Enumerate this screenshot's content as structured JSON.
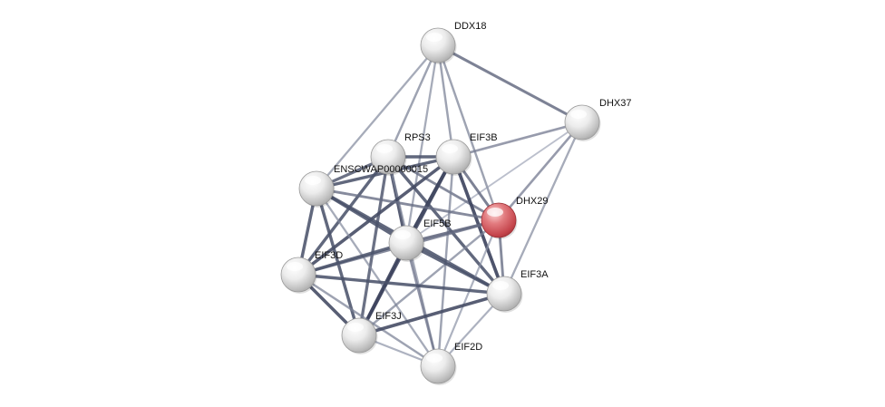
{
  "network": {
    "nodes": [
      {
        "id": "DDX18",
        "label": "DDX18",
        "query": false
      },
      {
        "id": "DHX37",
        "label": "DHX37",
        "query": false
      },
      {
        "id": "RPS3",
        "label": "RPS3",
        "query": false
      },
      {
        "id": "EIF3B",
        "label": "EIF3B",
        "query": false
      },
      {
        "id": "ENSCW",
        "label": "ENSCWAP00000015",
        "query": false
      },
      {
        "id": "DHX29",
        "label": "DHX29",
        "query": true
      },
      {
        "id": "EIF5B",
        "label": "EIF5B",
        "query": false
      },
      {
        "id": "EIF3D",
        "label": "EIF3D",
        "query": false
      },
      {
        "id": "EIF3A",
        "label": "EIF3A",
        "query": false
      },
      {
        "id": "EIF3J",
        "label": "EIF3J",
        "query": false
      },
      {
        "id": "EIF2D",
        "label": "EIF2D",
        "query": false
      }
    ],
    "edges": [
      {
        "from": "DDX18",
        "to": "DHX37",
        "strength": 0.65
      },
      {
        "from": "DDX18",
        "to": "RPS3",
        "strength": 0.45
      },
      {
        "from": "DDX18",
        "to": "EIF3B",
        "strength": 0.45
      },
      {
        "from": "DDX18",
        "to": "ENSCW",
        "strength": 0.4
      },
      {
        "from": "DDX18",
        "to": "DHX29",
        "strength": 0.45
      },
      {
        "from": "DDX18",
        "to": "EIF5B",
        "strength": 0.4
      },
      {
        "from": "DHX37",
        "to": "EIF3B",
        "strength": 0.5
      },
      {
        "from": "DHX37",
        "to": "DHX29",
        "strength": 0.5
      },
      {
        "from": "DHX37",
        "to": "EIF3A",
        "strength": 0.4
      },
      {
        "from": "DHX37",
        "to": "EIF5B",
        "strength": 0.25
      },
      {
        "from": "RPS3",
        "to": "EIF3B",
        "strength": 0.8
      },
      {
        "from": "RPS3",
        "to": "ENSCW",
        "strength": 0.75
      },
      {
        "from": "RPS3",
        "to": "EIF5B",
        "strength": 0.85
      },
      {
        "from": "RPS3",
        "to": "EIF3D",
        "strength": 0.8
      },
      {
        "from": "RPS3",
        "to": "EIF3A",
        "strength": 0.8
      },
      {
        "from": "RPS3",
        "to": "EIF3J",
        "strength": 0.75
      },
      {
        "from": "RPS3",
        "to": "DHX29",
        "strength": 0.6
      },
      {
        "from": "RPS3",
        "to": "EIF2D",
        "strength": 0.4
      },
      {
        "from": "EIF3B",
        "to": "ENSCW",
        "strength": 0.8
      },
      {
        "from": "EIF3B",
        "to": "EIF5B",
        "strength": 0.95
      },
      {
        "from": "EIF3B",
        "to": "EIF3D",
        "strength": 0.85
      },
      {
        "from": "EIF3B",
        "to": "EIF3A",
        "strength": 0.9
      },
      {
        "from": "EIF3B",
        "to": "EIF3J",
        "strength": 0.85
      },
      {
        "from": "EIF3B",
        "to": "DHX29",
        "strength": 0.65
      },
      {
        "from": "EIF3B",
        "to": "EIF2D",
        "strength": 0.45
      },
      {
        "from": "ENSCW",
        "to": "EIF5B",
        "strength": 0.8
      },
      {
        "from": "ENSCW",
        "to": "EIF3D",
        "strength": 0.8
      },
      {
        "from": "ENSCW",
        "to": "EIF3A",
        "strength": 0.8
      },
      {
        "from": "ENSCW",
        "to": "EIF3J",
        "strength": 0.8
      },
      {
        "from": "ENSCW",
        "to": "DHX29",
        "strength": 0.6
      },
      {
        "from": "ENSCW",
        "to": "EIF2D",
        "strength": 0.4
      },
      {
        "from": "DHX29",
        "to": "EIF5B",
        "strength": 0.7
      },
      {
        "from": "DHX29",
        "to": "EIF3A",
        "strength": 0.6
      },
      {
        "from": "DHX29",
        "to": "EIF3D",
        "strength": 0.6
      },
      {
        "from": "DHX29",
        "to": "EIF3J",
        "strength": 0.45
      },
      {
        "from": "DHX29",
        "to": "EIF2D",
        "strength": 0.35
      },
      {
        "from": "EIF5B",
        "to": "EIF3D",
        "strength": 0.8
      },
      {
        "from": "EIF5B",
        "to": "EIF3A",
        "strength": 0.8
      },
      {
        "from": "EIF5B",
        "to": "EIF3J",
        "strength": 0.9
      },
      {
        "from": "EIF5B",
        "to": "EIF2D",
        "strength": 0.55
      },
      {
        "from": "EIF3D",
        "to": "EIF3A",
        "strength": 0.8
      },
      {
        "from": "EIF3D",
        "to": "EIF3J",
        "strength": 0.85
      },
      {
        "from": "EIF3D",
        "to": "EIF2D",
        "strength": 0.45
      },
      {
        "from": "EIF3A",
        "to": "EIF3J",
        "strength": 0.85
      },
      {
        "from": "EIF3A",
        "to": "EIF2D",
        "strength": 0.35
      },
      {
        "from": "EIF3J",
        "to": "EIF2D",
        "strength": 0.35
      }
    ]
  },
  "colors": {
    "edge_strong": "#2e3550",
    "edge_weak": "#b9bfd0",
    "node_gray": "#dcdcdc",
    "node_query": "#d9535a"
  }
}
